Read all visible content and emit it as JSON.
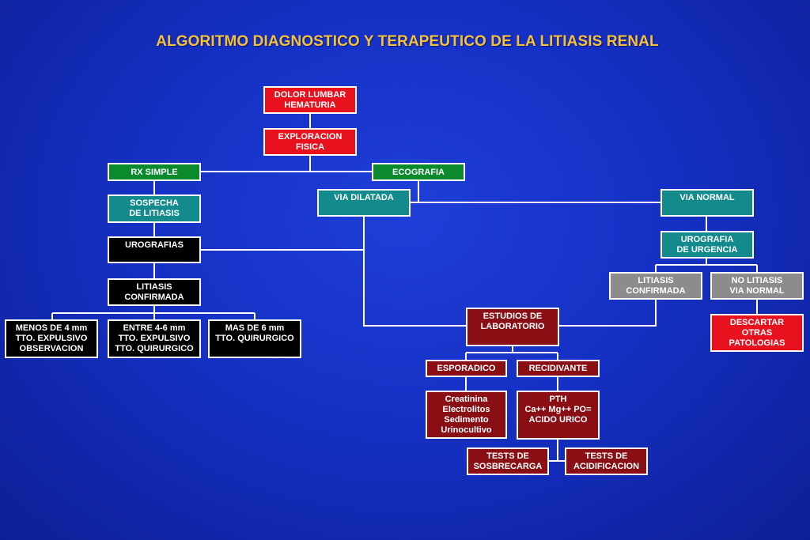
{
  "title": "ALGORITMO DIAGNOSTICO Y TERAPEUTICO DE LA LITIASIS RENAL",
  "colors": {
    "title": "#f5c13a",
    "background": "#1530c4",
    "red": "#e8121e",
    "green": "#0a8a2c",
    "teal": "#138a8c",
    "black": "#000000",
    "gray": "#8c8c8c",
    "maroon": "#8a0f15",
    "connector": "#ffffff"
  },
  "nodes": {
    "dolor": "DOLOR LUMBAR\nHEMATURIA",
    "exploracion": "EXPLORACION\nFISICA",
    "rx_simple": "RX SIMPLE",
    "ecografia": "ECOGRAFIA",
    "sospecha": "SOSPECHA\nDE LITIASIS",
    "via_dilatada": "VIA DILATADA",
    "via_normal": "VIA NORMAL",
    "urografias": "UROGRAFIAS",
    "urografia_urgencia": "UROGRAFIA\nDE URGENCIA",
    "litiasis_confirmada_left": "LITIASIS\nCONFIRMADA",
    "litiasis_confirmada_right": "LITIASIS\nCONFIRMADA",
    "no_litiasis": "NO LITIASIS\nVIA NORMAL",
    "menos_4": "MENOS DE 4 mm\nTTO. EXPULSIVO\nOBSERVACION",
    "entre_4_6": "ENTRE 4-6 mm\nTTO. EXPULSIVO\nTTO. QUIRURGICO",
    "mas_6": "MAS DE 6 mm\nTTO. QUIRURGICO",
    "estudios": "ESTUDIOS DE\nLABORATORIO",
    "descartar": "DESCARTAR\nOTRAS\nPATOLOGIAS",
    "esporadico": "ESPORADICO",
    "recidivante": "RECIDIVANTE",
    "creatinina": "Creatinina\nElectrolitos\nSedimento\nUrinocultivo",
    "pth": "PTH\nCa++ Mg++ PO=\nACIDO URICO",
    "sobrecarga": "TESTS DE\nSOSBRECARGA",
    "acidificacion": "TESTS DE\nACIDIFICACION"
  }
}
